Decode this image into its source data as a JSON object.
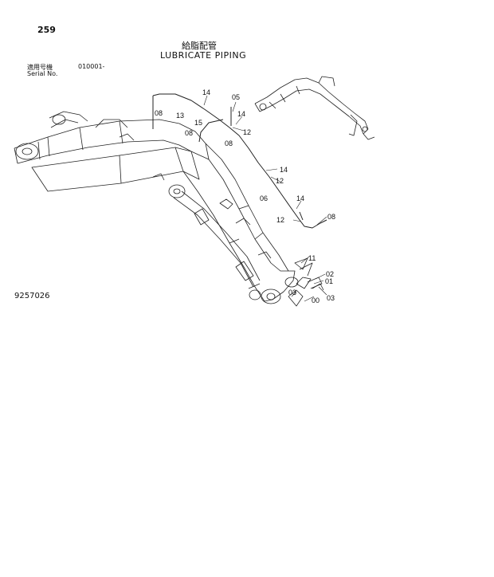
{
  "header": {
    "page_number": "259",
    "title_jp": "給脂配管",
    "title_en": "LUBRICATE PIPING",
    "serial_label_jp": "適用号機",
    "serial_range": "010001-",
    "serial_label_en": "Serial No."
  },
  "drawing_number": "9257026",
  "callouts": [
    "14",
    "05",
    "08",
    "13",
    "15",
    "14",
    "12",
    "08",
    "08",
    "14",
    "12",
    "06",
    "14",
    "12",
    "08",
    "11",
    "02",
    "01",
    "03",
    "00",
    "03"
  ]
}
